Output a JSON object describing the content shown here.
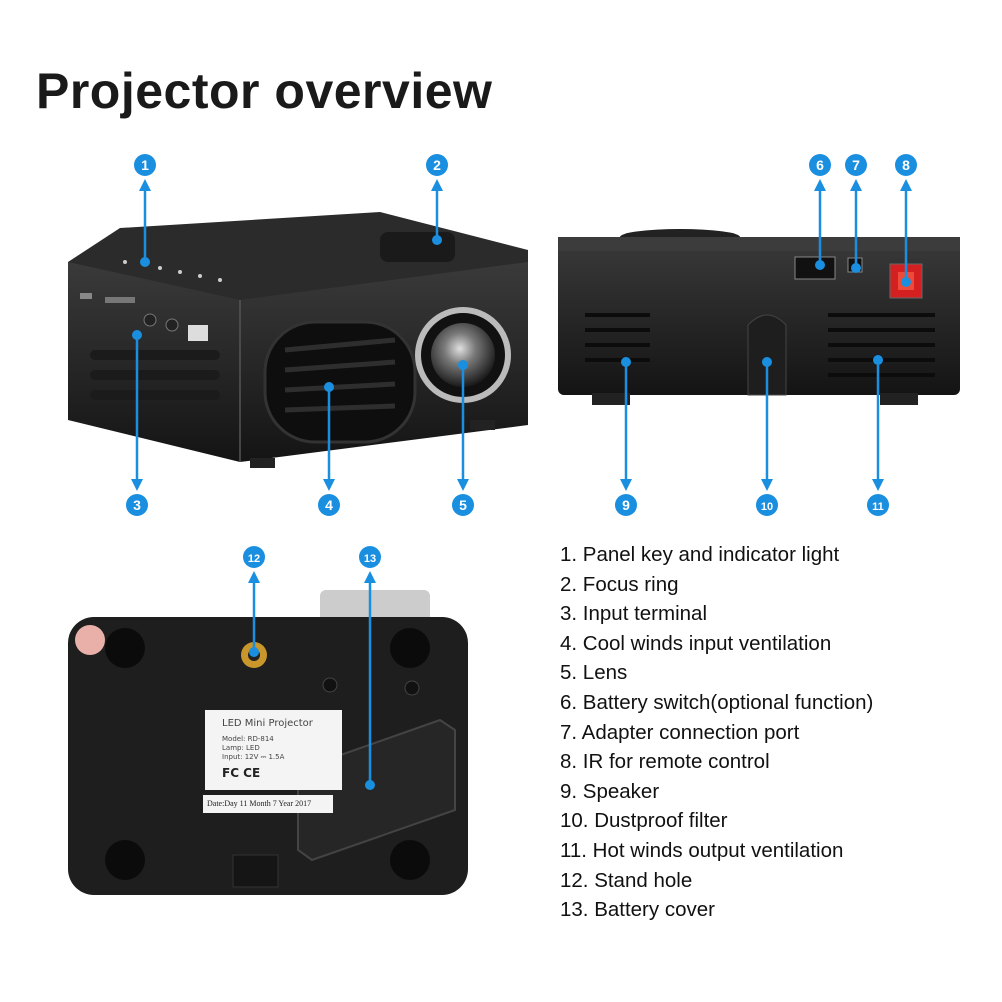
{
  "title": "Projector overview",
  "accent_color": "#1a8fe0",
  "markers": [
    "1",
    "2",
    "3",
    "4",
    "5",
    "6",
    "7",
    "8",
    "9",
    "10",
    "11",
    "12",
    "13"
  ],
  "legend": [
    "1. Panel key and indicator light",
    "2. Focus ring",
    "3. Input terminal",
    "4. Cool winds input ventilation",
    "5. Lens",
    "6. Battery switch(optional function)",
    "7. Adapter connection port",
    "8. IR for remote control",
    "9. Speaker",
    "10. Dustproof filter",
    "11. Hot winds output ventilation",
    "12. Stand hole",
    "13. Battery cover"
  ],
  "product_label": {
    "name": "LED Mini Projector",
    "model": "Model: RD-814",
    "lamp": "Lamp: LED",
    "input": "Input: 12V ⎓ 1.5A",
    "marks": "FC CE",
    "date": "Date:Day 11 Month 7 Year 2017"
  }
}
